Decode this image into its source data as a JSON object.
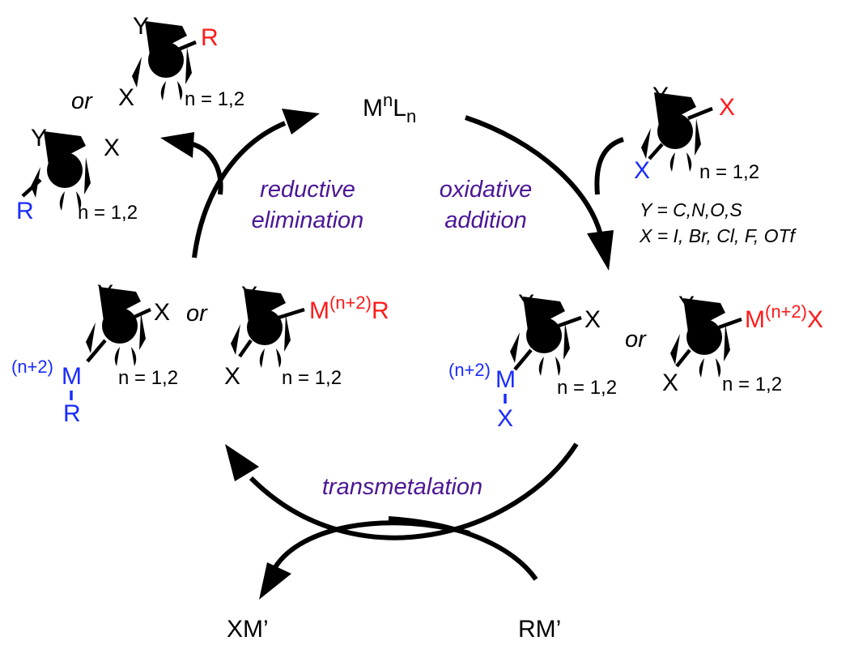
{
  "center": {
    "catalyst_base": "M",
    "catalyst_sup": "n",
    "catalyst_mid": "L",
    "catalyst_sub": "n"
  },
  "steps": {
    "reductive_line1": "reductive",
    "reductive_line2": "elimination",
    "oxidative_line1": "oxidative",
    "oxidative_line2": "addition",
    "transmetalation": "transmetalation"
  },
  "product": {
    "r": "R",
    "x": "X",
    "y": "Y",
    "or": "or",
    "n_label": "n = 1,2"
  },
  "substrate": {
    "x": "X",
    "y": "Y",
    "n_label": "n = 1,2",
    "y_def": "Y = C,N,O,S",
    "x_def": "X = I, Br, Cl, F, OTf"
  },
  "intermediate_left": {
    "ox_sup": "(n+2)",
    "m": "M",
    "r": "R",
    "x": "X",
    "y": "Y",
    "or": "or",
    "n_label": "n = 1,2"
  },
  "intermediate_right": {
    "ox_sup": "(n+2)",
    "m": "M",
    "x": "X",
    "y": "Y",
    "or": "or",
    "n_label": "n = 1,2"
  },
  "bottom": {
    "byproduct": "XM’",
    "reagent": "RM’"
  },
  "colors": {
    "red": "#ff1a1a",
    "blue": "#1a2bff",
    "purple": "#4b1796",
    "black": "#000000"
  }
}
